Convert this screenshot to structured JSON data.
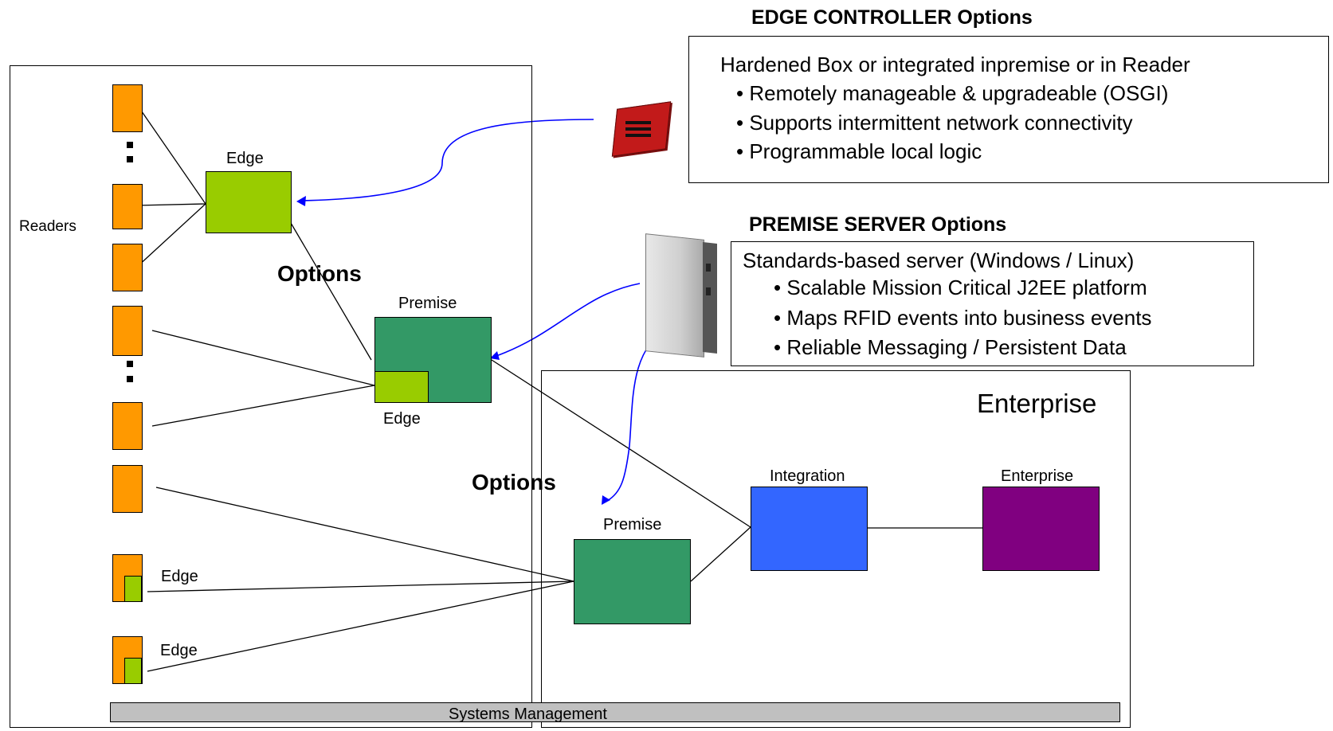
{
  "readers": {
    "label": "Readers"
  },
  "edge_controller": {
    "title": "EDGE CONTROLLER  Options",
    "lines": [
      "Hardened Box or integrated inpremise or in Reader",
      "Remotely manageable & upgradeable (OSGI)",
      "Supports intermittent network connectivity",
      "Programmable local logic"
    ]
  },
  "premise_server": {
    "title": "PREMISE SERVER Options",
    "lines": [
      "Standards‑based server (Windows / Linux)",
      "Scalable Mission Critical J2EE platform",
      "Maps RFID events into business events",
      "Reliable Messaging / Persistent Data"
    ]
  },
  "nodes": {
    "edge_top": "Edge",
    "premise_mid": "Premise",
    "edge_mid": "Edge",
    "premise_ent": "Premise",
    "integration": "Integration",
    "enterprise_node": "Enterprise",
    "edge_reader_1": "Edge",
    "edge_reader_2": "Edge"
  },
  "options_labels": [
    "Options",
    "Options"
  ],
  "enterprise_region": "Enterprise",
  "systems_management": "Systems Management",
  "colors": {
    "reader": "#ff9900",
    "edge": "#99cc00",
    "premise": "#339966",
    "integration": "#3366ff",
    "enterprise": "#800080",
    "sysmgmt": "#c0c0c0",
    "arrow": "#0000ff"
  }
}
